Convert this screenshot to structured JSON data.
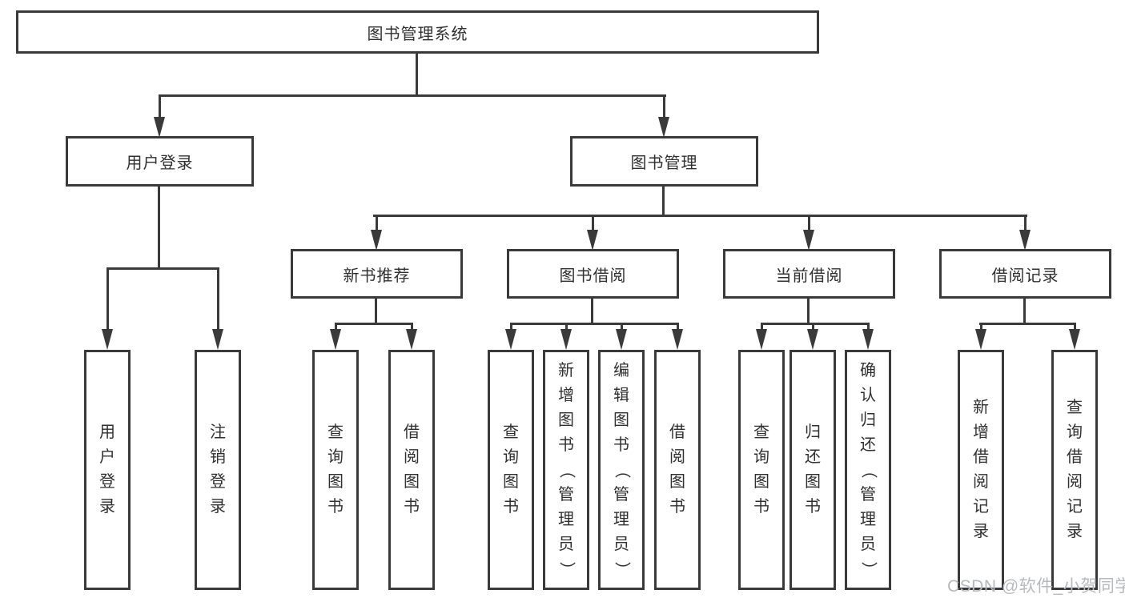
{
  "diagram_type": "hierarchy-tree",
  "tree": {
    "label": "图书管理系统",
    "children": [
      {
        "label": "用户登录",
        "children": [
          {
            "label": "用户登录"
          },
          {
            "label": "注销登录"
          }
        ]
      },
      {
        "label": "图书管理",
        "children": [
          {
            "label": "新书推荐",
            "children": [
              {
                "label": "查询图书"
              },
              {
                "label": "借阅图书"
              }
            ]
          },
          {
            "label": "图书借阅",
            "children": [
              {
                "label": "查询图书"
              },
              {
                "label": "新增图书（管理员）"
              },
              {
                "label": "编辑图书（管理员）"
              },
              {
                "label": "借阅图书"
              }
            ]
          },
          {
            "label": "当前借阅",
            "children": [
              {
                "label": "查询图书"
              },
              {
                "label": "归还图书"
              },
              {
                "label": "确认归还（管理员）"
              }
            ]
          },
          {
            "label": "借阅记录",
            "children": [
              {
                "label": "新增借阅记录"
              },
              {
                "label": "查询借阅记录"
              }
            ]
          }
        ]
      }
    ]
  },
  "watermark": "CSDN @软件_小贺同学",
  "colors": {
    "line": "#3a3a3a",
    "text": "#303030",
    "box_fill": "#ffffff",
    "background": "#ffffff",
    "watermark": "#b7babd"
  }
}
